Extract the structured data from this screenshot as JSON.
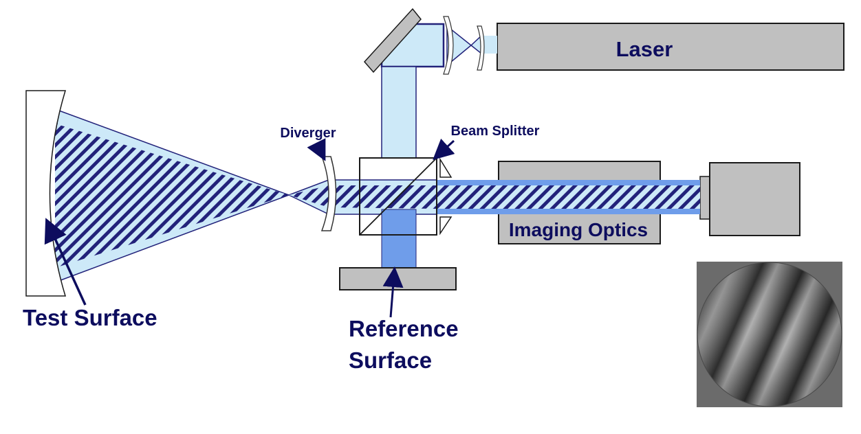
{
  "labels": {
    "laser": "Laser",
    "diverger": "Diverger",
    "beam_splitter": "Beam Splitter",
    "imaging_optics": "Imaging Optics",
    "test_surface": "Test Surface",
    "reference_surface_line1": "Reference",
    "reference_surface_line2": "Surface"
  },
  "colors": {
    "beam_light": "#cde9f8",
    "beam_medium": "#6f9dea",
    "beam_dark": "#22227a",
    "component_gray": "#c0c0c0",
    "outline": "#1a1a1a",
    "label_text": "#0d0d5e",
    "fringe_background": "#6b6b6b"
  }
}
